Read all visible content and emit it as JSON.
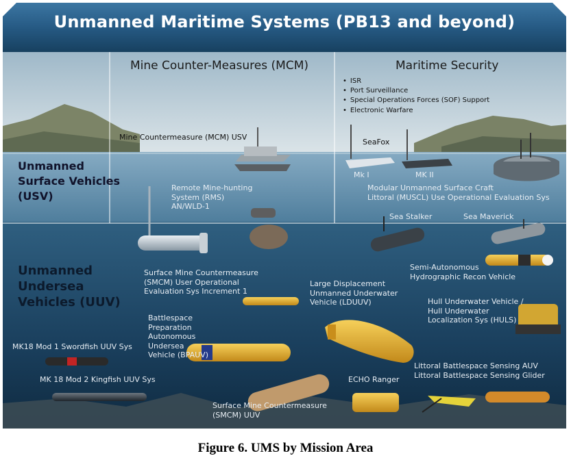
{
  "title": "Unmanned Maritime Systems (PB13 and beyond)",
  "columns": {
    "mcm": "Mine Counter-Measures (MCM)",
    "security": "Maritime Security"
  },
  "security_bullets": [
    "ISR",
    "Port Surveillance",
    "Special Operations Forces (SOF) Support",
    "Electronic Warfare"
  ],
  "rows": {
    "usv": [
      "Unmanned",
      "Surface Vehicles",
      "(USV)"
    ],
    "uuv": [
      "Unmanned",
      "Undersea",
      "Vehicles (UUV)"
    ]
  },
  "labels": {
    "mcm_usv": "Mine Countermeasure (MCM) USV",
    "seafox": "SeaFox",
    "mk1": "Mk I",
    "mk2": "MK II",
    "rms": [
      "Remote Mine-hunting",
      "System (RMS)",
      "AN/WLD-1"
    ],
    "muscl": [
      "Modular Unmanned Surface Craft",
      "Littoral (MUSCL) Use Operational Evaluation Sys"
    ],
    "sea_stalker": "Sea Stalker",
    "sea_maverick": "Sea Maverick",
    "smcm_inc1": [
      "Surface Mine Countermeasure",
      "(SMCM) User Operational",
      "Evaluation  Sys Increment 1"
    ],
    "semi_auto": [
      "Semi-Autonomous",
      "Hydrographic Recon Vehicle"
    ],
    "lduuv": [
      "Large Displacement",
      "Unmanned Underwater",
      "Vehicle (LDUUV)"
    ],
    "huls": [
      "Hull Underwater Vehicle /",
      "Hull Underwater",
      "Localization Sys (HULS)"
    ],
    "bpauv": [
      "Battlespace",
      "Preparation",
      "Autonomous",
      "Undersea",
      "Vehicle (BPAUV)"
    ],
    "swordfish": "MK18 Mod 1 Swordfish UUV Sys",
    "kingfish": "MK 18 Mod 2 Kingfish UUV Sys",
    "echo": "ECHO Ranger",
    "lbs": [
      "Littoral Battlespace Sensing  AUV",
      "Littoral Battlespace  Sensing Glider"
    ],
    "smcm_uuv": [
      "Surface Mine Countermeasure",
      "(SMCM) UUV"
    ]
  },
  "caption": "Figure 6. UMS by Mission Area",
  "colors": {
    "banner": "#2d5f8a",
    "sky": "#bcd0dc",
    "surface_water": "#6f9ab6",
    "deep_water": "#1d4666",
    "divider": "#ffffff"
  }
}
